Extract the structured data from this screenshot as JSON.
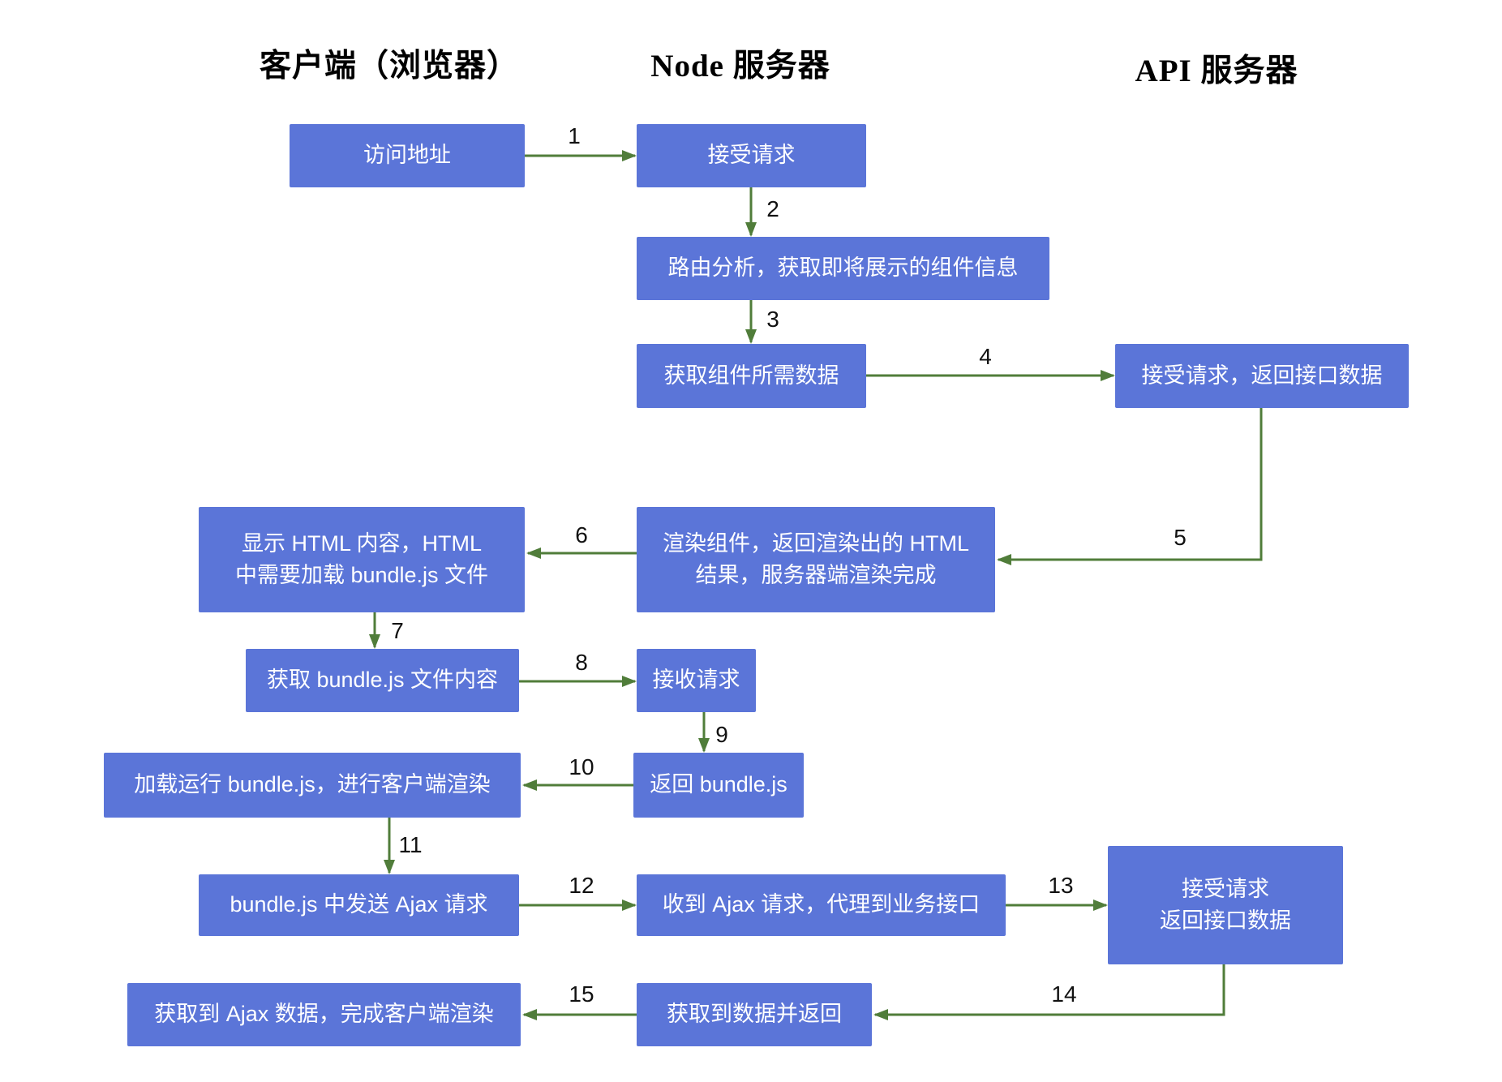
{
  "diagram": {
    "columns": [
      {
        "title": "客户端（浏览器）"
      },
      {
        "title": "Node 服务器"
      },
      {
        "title": "API 服务器"
      }
    ],
    "nodes": [
      {
        "id": "visit-url",
        "label": "访问地址"
      },
      {
        "id": "accept-request",
        "label": "接受请求"
      },
      {
        "id": "route-analysis",
        "label": "路由分析，获取即将展示的组件信息"
      },
      {
        "id": "fetch-component-data",
        "label": "获取组件所需数据"
      },
      {
        "id": "api-accept-return",
        "label": "接受请求，返回接口数据"
      },
      {
        "id": "display-html",
        "label": "显示 HTML 内容，HTML\n中需要加载 bundle.js 文件"
      },
      {
        "id": "render-components",
        "label": "渲染组件，返回渲染出的 HTML\n结果，服务器端渲染完成"
      },
      {
        "id": "get-bundle",
        "label": "获取 bundle.js 文件内容"
      },
      {
        "id": "receive-request",
        "label": "接收请求"
      },
      {
        "id": "run-bundle",
        "label": "加载运行 bundle.js，进行客户端渲染"
      },
      {
        "id": "return-bundle",
        "label": "返回 bundle.js"
      },
      {
        "id": "send-ajax",
        "label": "bundle.js 中发送 Ajax 请求"
      },
      {
        "id": "proxy-ajax",
        "label": "收到 Ajax 请求，代理到业务接口"
      },
      {
        "id": "api-accept-return-2",
        "label": "接受请求\n返回接口数据"
      },
      {
        "id": "ajax-render-done",
        "label": "获取到 Ajax 数据，完成客户端渲染"
      },
      {
        "id": "return-data",
        "label": "获取到数据并返回"
      }
    ],
    "arrow_labels": [
      "1",
      "2",
      "3",
      "4",
      "5",
      "6",
      "7",
      "8",
      "9",
      "10",
      "11",
      "12",
      "13",
      "14",
      "15"
    ],
    "colors": {
      "node_fill": "#5b75d8",
      "node_text": "#ffffff",
      "arrow": "#507d3a",
      "heading": "#000000"
    }
  }
}
